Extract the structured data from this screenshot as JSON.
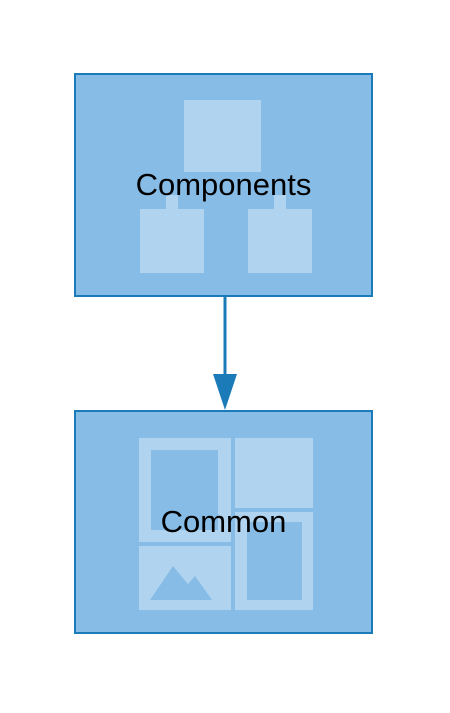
{
  "diagram": {
    "nodes": [
      {
        "id": "components",
        "label": "Components",
        "icon": "hierarchy-icon"
      },
      {
        "id": "common",
        "label": "Common",
        "icon": "layout-grid-icon"
      }
    ],
    "edges": [
      {
        "from": "components",
        "to": "common"
      }
    ]
  },
  "colors": {
    "node_fill": "#87bce6",
    "node_border": "#1b7ab8",
    "icon_fill": "#b0d4f0",
    "arrow": "#1b7ab8",
    "label_text": "#000000"
  }
}
